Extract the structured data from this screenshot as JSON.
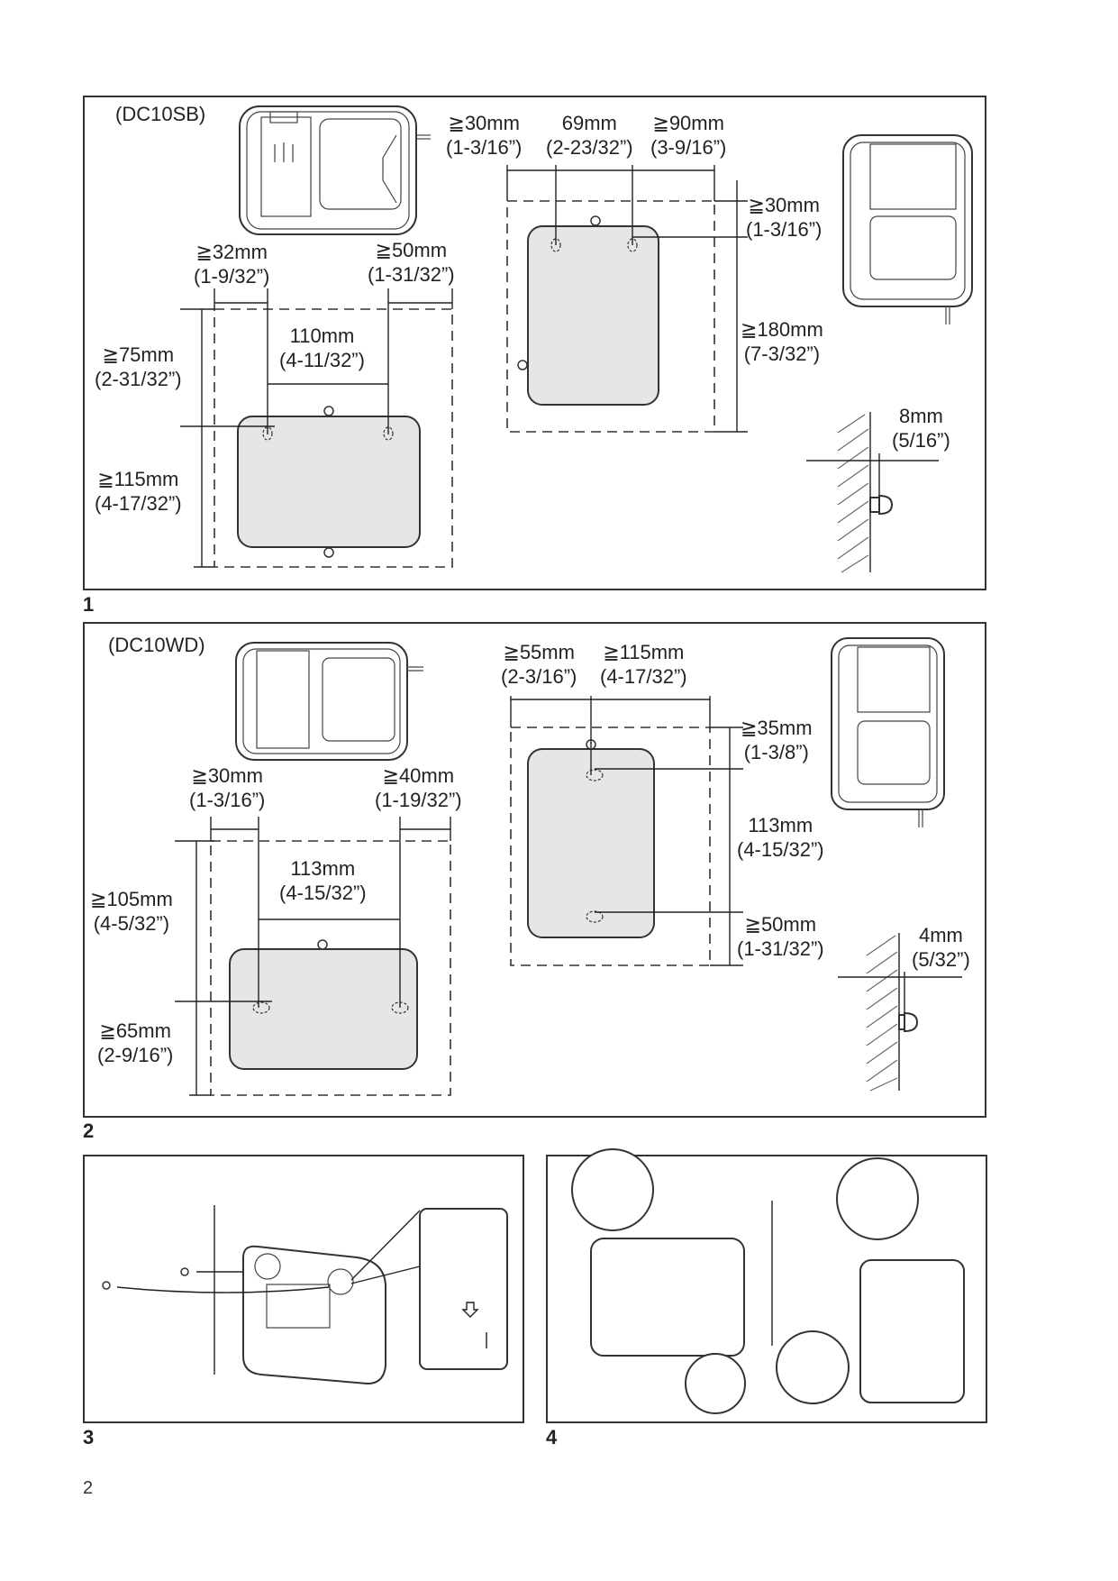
{
  "page_number": "2",
  "figures": [
    {
      "number": "1",
      "model": "(DC10SB)",
      "horizontal": {
        "left_margin": {
          "mm": "≧32mm",
          "in": "(1-9/32”)"
        },
        "right_margin": {
          "mm": "≧50mm",
          "in": "(1-31/32”)"
        },
        "hole_spacing": {
          "mm": "110mm",
          "in": "(4-11/32”)"
        },
        "top_margin": {
          "mm": "≧75mm",
          "in": "(2-31/32”)"
        },
        "bottom_margin": {
          "mm": "≧115mm",
          "in": "(4-17/32”)"
        }
      },
      "vertical": {
        "left_margin": {
          "mm": "≧30mm",
          "in": "(1-3/16”)"
        },
        "hole_spacing": {
          "mm": "69mm",
          "in": "(2-23/32”)"
        },
        "right_margin": {
          "mm": "≧90mm",
          "in": "(3-9/16”)"
        },
        "top_margin": {
          "mm": "≧30mm",
          "in": "(1-3/16”)"
        },
        "bottom_margin": {
          "mm": "≧180mm",
          "in": "(7-3/32”)"
        }
      },
      "screw_protrusion": {
        "mm": "8mm",
        "in": "(5/16”)"
      }
    },
    {
      "number": "2",
      "model": "(DC10WD)",
      "horizontal": {
        "left_margin": {
          "mm": "≧30mm",
          "in": "(1-3/16”)"
        },
        "right_margin": {
          "mm": "≧40mm",
          "in": "(1-19/32”)"
        },
        "hole_spacing": {
          "mm": "113mm",
          "in": "(4-15/32”)"
        },
        "top_margin": {
          "mm": "≧105mm",
          "in": "(4-5/32”)"
        },
        "bottom_margin": {
          "mm": "≧65mm",
          "in": "(2-9/16”)"
        }
      },
      "vertical": {
        "left_margin": {
          "mm": "≧55mm",
          "in": "(2-3/16”)"
        },
        "right_margin": {
          "mm": "≧115mm",
          "in": "(4-17/32”)"
        },
        "top_margin": {
          "mm": "≧35mm",
          "in": "(1-3/8”)"
        },
        "hole_spacing": {
          "mm": "113mm",
          "in": "(4-15/32”)"
        },
        "bottom_margin": {
          "mm": "≧50mm",
          "in": "(1-31/32”)"
        }
      },
      "screw_protrusion": {
        "mm": "4mm",
        "in": "(5/32”)"
      }
    },
    {
      "number": "3"
    },
    {
      "number": "4"
    }
  ]
}
